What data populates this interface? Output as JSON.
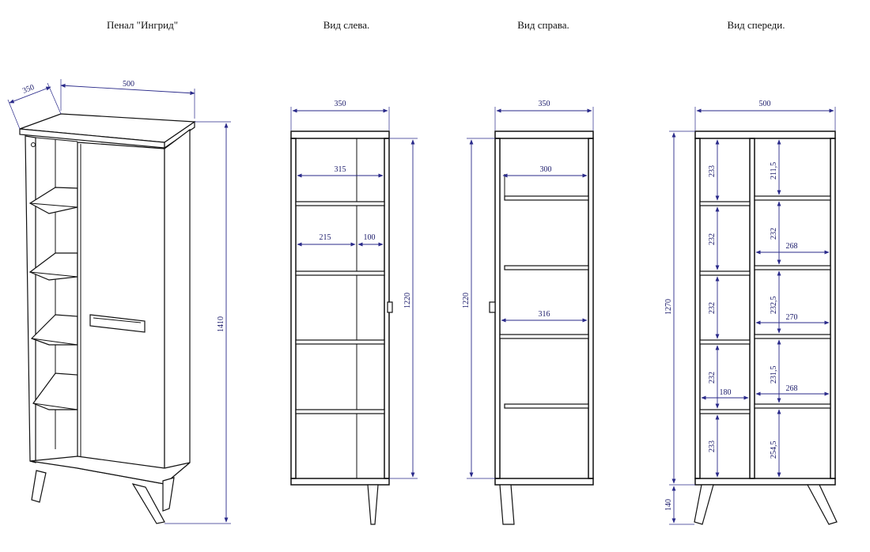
{
  "titles": {
    "main": "Пенал \"Ингрид\"",
    "left_view": "Вид слева.",
    "right_view": "Вид справа.",
    "front_view": "Вид спереди."
  },
  "dimensions": {
    "iso": {
      "depth": "350",
      "width": "500",
      "height": "1410"
    },
    "left": {
      "top_width": "350",
      "inner_width": "315",
      "part_a": "215",
      "part_b": "100",
      "height": "1220"
    },
    "right": {
      "top_width": "350",
      "shelf_a": "300",
      "shelf_b": "316",
      "height": "1220"
    },
    "front": {
      "top_width": "500",
      "overall_height": "1270",
      "legs_height": "140",
      "left_col": [
        "233",
        "232",
        "232",
        "232",
        "233"
      ],
      "right_col": [
        "211,5",
        "232",
        "232,5",
        "231,5",
        "254,5"
      ],
      "shelf_widths": [
        "268",
        "270",
        "268"
      ],
      "left_shelf_width": "180"
    }
  },
  "colors": {
    "line": "#111111",
    "dimension": "#2a2a8a"
  }
}
